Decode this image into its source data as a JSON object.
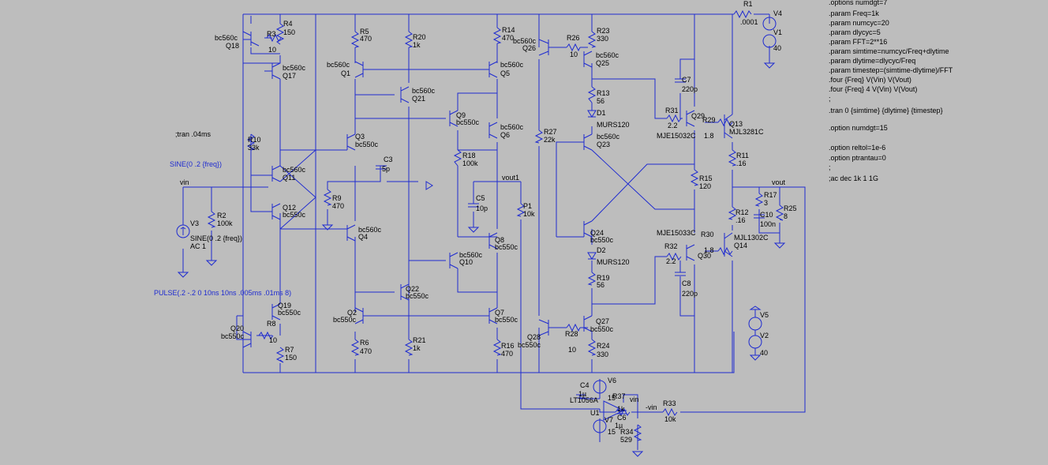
{
  "directives": [
    ".options numdgt=7",
    ".param Freq=1k",
    ".param numcyc=20",
    ".param dlycyc=5",
    ".param FFT=2**16",
    ".param simtime=numcyc/Freq+dlytime",
    ".param dlytime=dlycyc/Freq",
    ".param timestep=(simtime-dlytime)/FFT",
    ".four {Freq} V(Vin) V(Vout)",
    ".four {Freq} 4 V(Vin) V(Vout)",
    ";",
    ".tran 0 {simtime} {dlytime} {timestep}",
    "",
    ".option numdgt=15",
    "",
    ".option reltol=1e-6",
    ".option ptrantau=0",
    ";",
    ";ac dec 1k 1 1G"
  ],
  "comment_tran": ";tran .04ms",
  "sources": {
    "sine_blue": "SINE(0 .2 {freq})",
    "pulse_blue": "PULSE(.2 -.2 0 10ns 10ns .005ms .01ms 8)",
    "v3_name": "V3",
    "v3_value": "SINE(0 .2 {freq})",
    "v3_ac": "AC 1",
    "v4": "V4",
    "v1": "V1",
    "v1_val": "40",
    "v5": "V5",
    "v2": "V2",
    "v2_val": "40",
    "v6": "V6",
    "v6_val": "15",
    "v7": "V7",
    "v7_val": "15"
  },
  "nets": {
    "vin": "vin",
    "vout1": "vout1",
    "vout": "vout",
    "vin2": "vin",
    "neg_vin": "-vin"
  },
  "resistors": [
    {
      "name": "R1",
      "value": ".0001"
    },
    {
      "name": "R2",
      "value": "100k"
    },
    {
      "name": "R3",
      "value": "10"
    },
    {
      "name": "R4",
      "value": "150"
    },
    {
      "name": "R5",
      "value": "470"
    },
    {
      "name": "R6",
      "value": "470"
    },
    {
      "name": "R7",
      "value": "150"
    },
    {
      "name": "R8",
      "value": "10"
    },
    {
      "name": "R9",
      "value": "470"
    },
    {
      "name": "R10",
      "value": "33k"
    },
    {
      "name": "R11",
      "value": ".16"
    },
    {
      "name": "R12",
      "value": ".16"
    },
    {
      "name": "R13",
      "value": "56"
    },
    {
      "name": "R14",
      "value": "470"
    },
    {
      "name": "R15",
      "value": "120"
    },
    {
      "name": "R16",
      "value": "470"
    },
    {
      "name": "R17",
      "value": "3"
    },
    {
      "name": "R18",
      "value": "100k"
    },
    {
      "name": "R19",
      "value": "56"
    },
    {
      "name": "R20",
      "value": "1k"
    },
    {
      "name": "R21",
      "value": "1k"
    },
    {
      "name": "R23",
      "value": "330"
    },
    {
      "name": "R24",
      "value": "330"
    },
    {
      "name": "R25",
      "value": "8"
    },
    {
      "name": "R26",
      "value": "10"
    },
    {
      "name": "R27",
      "value": "22k"
    },
    {
      "name": "R28",
      "value": "10"
    },
    {
      "name": "R29",
      "value": "1.8"
    },
    {
      "name": "R30",
      "value": "1.8"
    },
    {
      "name": "R31",
      "value": "2.2"
    },
    {
      "name": "R32",
      "value": "2.2"
    },
    {
      "name": "R33",
      "value": "10k"
    },
    {
      "name": "R34",
      "value": "529"
    },
    {
      "name": "R37",
      "value": "1k"
    },
    {
      "name": "P1",
      "value": "10k"
    }
  ],
  "capacitors": [
    {
      "name": "C3",
      "value": "5p"
    },
    {
      "name": "C4",
      "value": "1µ"
    },
    {
      "name": "C5",
      "value": "10p"
    },
    {
      "name": "C6",
      "value": "1µ"
    },
    {
      "name": "C7",
      "value": "220p"
    },
    {
      "name": "C8",
      "value": "220p"
    },
    {
      "name": "C10",
      "value": "100n"
    }
  ],
  "transistors": [
    {
      "name": "Q1",
      "model": "bc560c"
    },
    {
      "name": "Q2",
      "model": "bc550c"
    },
    {
      "name": "Q3",
      "model": "bc550c"
    },
    {
      "name": "Q4",
      "model": "bc560c"
    },
    {
      "name": "Q5",
      "model": "bc560c"
    },
    {
      "name": "Q6",
      "model": "bc560c"
    },
    {
      "name": "Q7",
      "model": "bc550c"
    },
    {
      "name": "Q8",
      "model": "bc550c"
    },
    {
      "name": "Q9",
      "model": "bc550c"
    },
    {
      "name": "Q10",
      "model": "bc560c"
    },
    {
      "name": "Q11",
      "model": "bc560c"
    },
    {
      "name": "Q12",
      "model": "bc550c"
    },
    {
      "name": "Q13",
      "model": "MJL3281C"
    },
    {
      "name": "Q14",
      "model": "MJL1302C"
    },
    {
      "name": "Q17",
      "model": "bc560c"
    },
    {
      "name": "Q18",
      "model": "bc560c"
    },
    {
      "name": "Q19",
      "model": "bc550c"
    },
    {
      "name": "Q20",
      "model": "bc550c"
    },
    {
      "name": "Q21",
      "model": "bc560c"
    },
    {
      "name": "Q22",
      "model": "bc550c"
    },
    {
      "name": "Q23",
      "model": "bc560c"
    },
    {
      "name": "Q24",
      "model": "bc550c"
    },
    {
      "name": "Q25",
      "model": "bc560c"
    },
    {
      "name": "Q26",
      "model": "bc560c"
    },
    {
      "name": "Q27",
      "model": "bc550c"
    },
    {
      "name": "Q28",
      "model": "bc550c"
    },
    {
      "name": "Q29",
      "model": "MJE15032C"
    },
    {
      "name": "Q30",
      "model": "MJE15033C"
    }
  ],
  "diodes": [
    {
      "name": "D1",
      "model": "MURS120"
    },
    {
      "name": "D2",
      "model": "MURS120"
    }
  ],
  "opamp": {
    "name": "U1",
    "model": "LT1056A"
  }
}
